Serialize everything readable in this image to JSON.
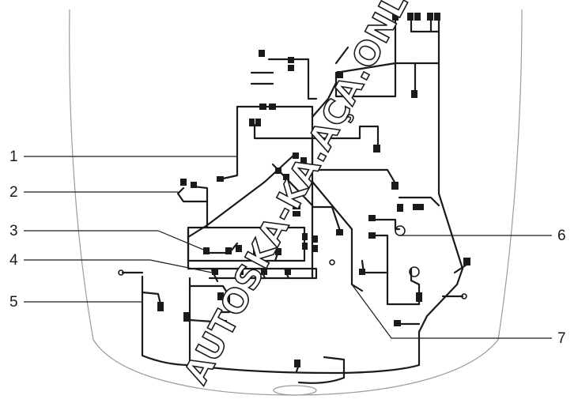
{
  "callouts": [
    {
      "id": "1",
      "label": "1"
    },
    {
      "id": "2",
      "label": "2"
    },
    {
      "id": "3",
      "label": "3"
    },
    {
      "id": "4",
      "label": "4"
    },
    {
      "id": "5",
      "label": "5"
    },
    {
      "id": "6",
      "label": "6"
    },
    {
      "id": "7",
      "label": "7"
    }
  ],
  "watermark": "AUTOSKA-KA.AÇA.ONLINE",
  "colors": {
    "line": "#1a1a1a",
    "body_outline": "#9a9a9a",
    "background": "#ffffff"
  }
}
